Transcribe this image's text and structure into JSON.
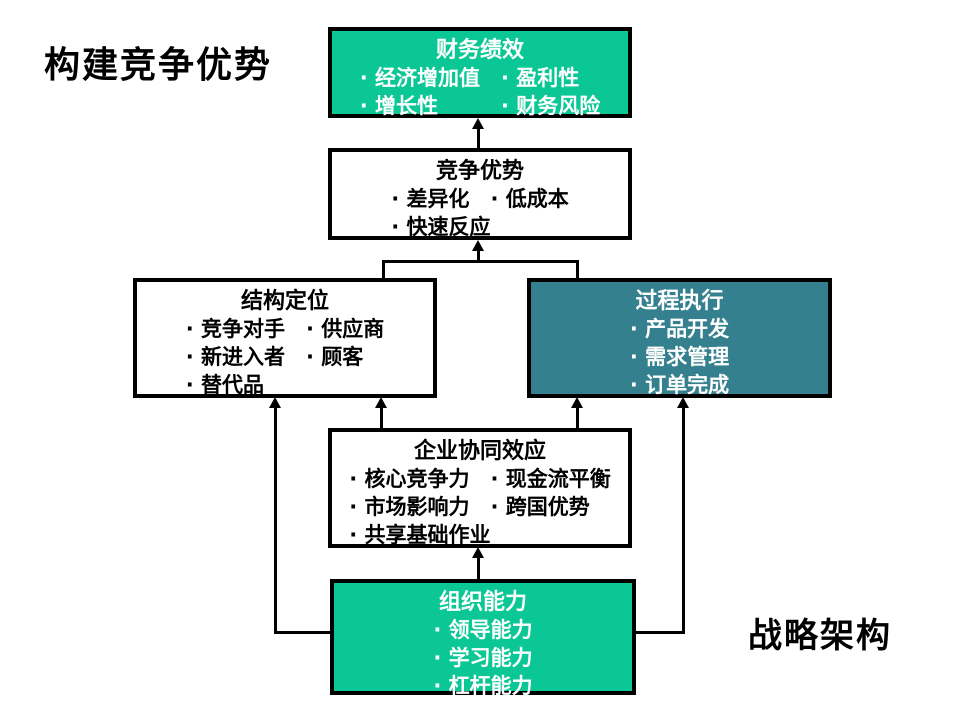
{
  "page": {
    "title": "构建竞争优势",
    "footer_label": "战略架构"
  },
  "colors": {
    "green_box": "#0AC795",
    "teal_box": "#35808E",
    "line": "#000000",
    "text_on_color": "#ffffff",
    "text_on_white": "#000000"
  },
  "boxes": {
    "financial": {
      "title": "财务绩效",
      "lines": [
        "· 经济增加值　· 盈利性",
        "· 增长性　　　· 财务风险"
      ]
    },
    "advantage": {
      "title": "竞争优势",
      "lines": [
        "· 差异化　· 低成本",
        "· 快速反应"
      ]
    },
    "structure": {
      "title": "结构定位",
      "lines": [
        "· 竞争对手　· 供应商",
        "· 新进入者　· 顾客",
        "· 替代品"
      ]
    },
    "process": {
      "title": "过程执行",
      "lines": [
        "· 产品开发",
        "· 需求管理",
        "· 订单完成"
      ]
    },
    "synergy": {
      "title": "企业协同效应",
      "lines": [
        "· 核心竞争力　· 现金流平衡",
        "· 市场影响力　· 跨国优势",
        "· 共享基础作业"
      ]
    },
    "org": {
      "title": "组织能力",
      "lines": [
        "· 领导能力",
        "· 学习能力",
        "· 杠杆能力"
      ]
    }
  }
}
